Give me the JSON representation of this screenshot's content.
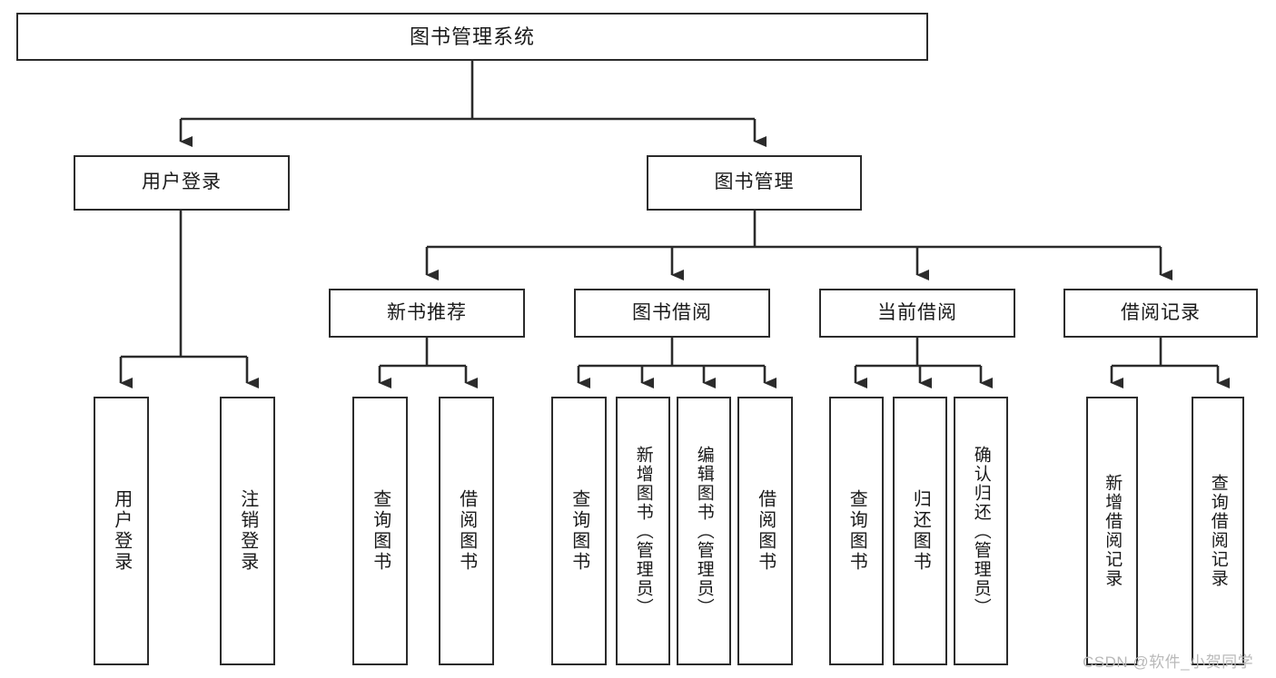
{
  "diagram": {
    "title": "图书管理系统",
    "type": "tree",
    "background_color": "#ffffff",
    "line_color": "#2b2b2b",
    "box_fill": "#ffffff",
    "text_color": "#1a1a1a"
  },
  "nodes": {
    "root": {
      "label": "图书管理系统",
      "level": 1
    },
    "level2": [
      {
        "id": "user-login",
        "label": "用户登录",
        "level": 2
      },
      {
        "id": "book-manage",
        "label": "图书管理",
        "level": 2
      }
    ],
    "level3": [
      {
        "id": "new-book-recommend",
        "label": "新书推荐",
        "level": 3
      },
      {
        "id": "book-borrow",
        "label": "图书借阅",
        "level": 3
      },
      {
        "id": "current-borrow",
        "label": "当前借阅",
        "level": 3
      },
      {
        "id": "borrow-record",
        "label": "借阅记录",
        "level": 3
      }
    ],
    "leaves": [
      {
        "id": "leaf-user-login",
        "label": "用户登录",
        "parent": "user-login"
      },
      {
        "id": "leaf-user-logout",
        "label": "注销登录",
        "parent": "user-login"
      },
      {
        "id": "leaf-query-book-1",
        "label": "查询图书",
        "parent": "new-book-recommend"
      },
      {
        "id": "leaf-borrow-book-1",
        "label": "借阅图书",
        "parent": "new-book-recommend"
      },
      {
        "id": "leaf-query-book-2",
        "label": "查询图书",
        "parent": "book-borrow"
      },
      {
        "id": "leaf-add-book",
        "label": "新增图书（管理员）",
        "parent": "book-borrow"
      },
      {
        "id": "leaf-edit-book",
        "label": "编辑图书（管理员）",
        "parent": "book-borrow"
      },
      {
        "id": "leaf-borrow-book-2",
        "label": "借阅图书",
        "parent": "book-borrow"
      },
      {
        "id": "leaf-query-book-3",
        "label": "查询图书",
        "parent": "current-borrow"
      },
      {
        "id": "leaf-return-book",
        "label": "归还图书",
        "parent": "current-borrow"
      },
      {
        "id": "leaf-confirm-return",
        "label": "确认归还（管理员）",
        "parent": "current-borrow"
      },
      {
        "id": "leaf-add-record",
        "label": "新增借阅记录",
        "parent": "borrow-record"
      },
      {
        "id": "leaf-query-record",
        "label": "查询借阅记录",
        "parent": "borrow-record"
      }
    ]
  },
  "watermark": {
    "text": "CSDN @软件_小贺同学"
  }
}
